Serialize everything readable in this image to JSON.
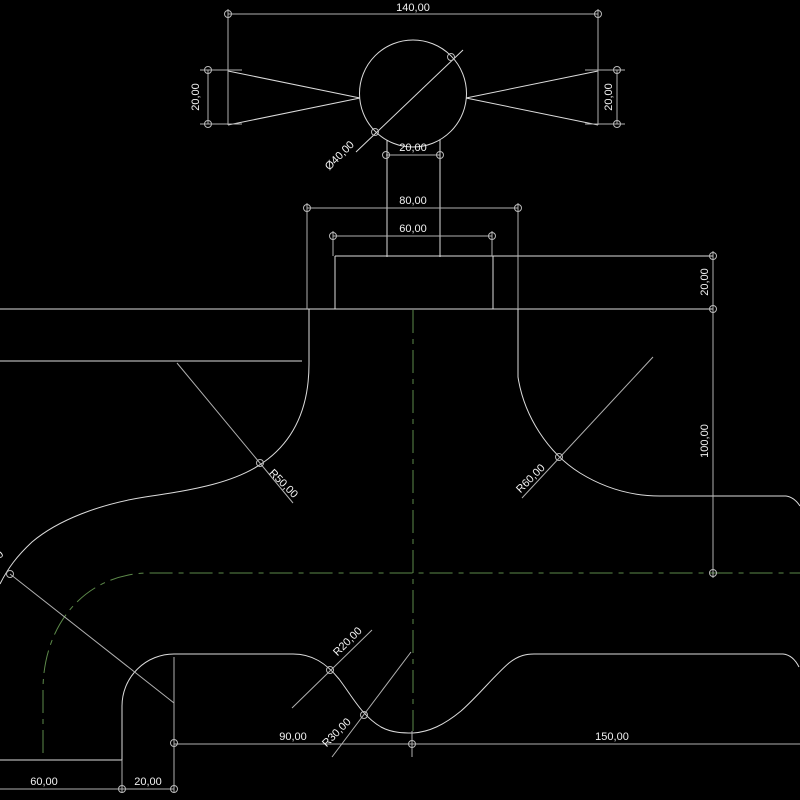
{
  "app": {
    "background": "#000000",
    "description": "CAD technical drawing of a wall-mounted faucet (tap) cross-section with dimensions"
  },
  "drawing": {
    "colors": {
      "outline": "#dcdcdc",
      "dimension_lines": "#b0b0b0",
      "dimension_text": "#f2f2f2",
      "centerline": "#5d8a4a"
    },
    "labels": {
      "handle_span": "140,00",
      "wing_left_height": "20,00",
      "wing_right_height": "20,00",
      "handle_diameter": "Ø40,00",
      "stem_width": "20,00",
      "body_top_width": "80,00",
      "bonnet_width": "60,00",
      "bonnet_height": "20,00",
      "body_height": "100,00",
      "left_fillet_radius": "R50,00",
      "right_fillet_radius": "R60,00",
      "nozzle_radius_outer": "R20,00",
      "nozzle_radius_inner": "R30,00",
      "nozzle_offset": "90,00",
      "outlet_length": "150,00",
      "inlet_width": "60,00",
      "inlet_wall_thickness": "20,00",
      "clipped_radius_fragment": "0"
    }
  }
}
